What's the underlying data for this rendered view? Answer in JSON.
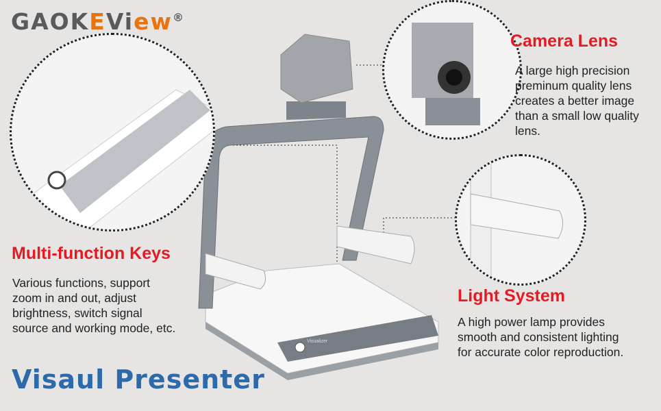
{
  "logo": {
    "part1": "GAOK",
    "part2": "E",
    "part3": "Vi",
    "part4": "ew",
    "mark": "®"
  },
  "features": [
    {
      "title": "Camera Lens",
      "description": [
        "A large high precision",
        "preminum quality lens",
        "creates a better image",
        "than a small low quality",
        "lens."
      ]
    },
    {
      "title": "Multi-function Keys",
      "description": [
        "Various functions, support",
        "zoom in and out, adjust",
        "brightness, switch signal",
        "source and working mode, etc."
      ]
    },
    {
      "title": "Light System",
      "description": [
        "A high power lamp provides",
        "smooth and consistent lighting",
        "for accurate color reproduction."
      ]
    }
  ],
  "product_title": "Visaul Presenter",
  "device_label": "Visualizer",
  "colors": {
    "background": "#e6e5e3",
    "heading": "#e31b23",
    "title": "#2e6aaa",
    "logo_gray": "#5a5a5a",
    "logo_orange": "#e8730f"
  }
}
